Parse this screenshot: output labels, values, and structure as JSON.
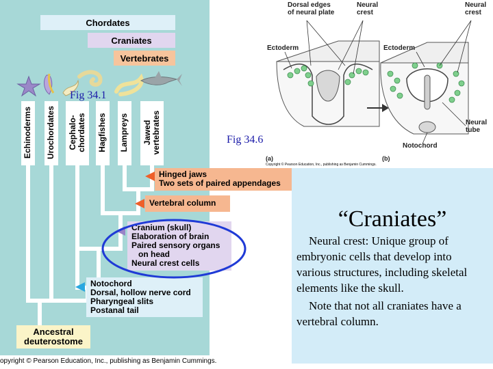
{
  "cladogram": {
    "groups": {
      "chordates": "Chordates",
      "craniates": "Craniates",
      "vertebrates": "Vertebrates"
    },
    "taxa": [
      "Echinoderms",
      "Urochordates",
      "Cephalo-\nchordates",
      "Hagfishes",
      "Lampreys",
      "Jawed\nvertebrates"
    ],
    "traits": {
      "jaws": [
        "Hinged jaws",
        "Two sets of paired appendages"
      ],
      "vertebral": [
        "Vertebral column"
      ],
      "cranium": [
        "Cranium (skull)",
        "Elaboration of brain",
        "Paired sensory organs",
        "   on head",
        "Neural crest cells"
      ],
      "notochord": [
        "Notochord",
        "Dorsal, hollow nerve cord",
        "Pharyngeal slits",
        "Postanal tail"
      ]
    },
    "root": [
      "Ancestral",
      "deuterostome"
    ],
    "fig_caption": "Fig 34.1",
    "copyright": "opyright © Pearson Education, Inc., publishing as Benjamin Cummings."
  },
  "neural_figure": {
    "labels": {
      "dorsal_edges": [
        "Dorsal edges",
        "of neural plate"
      ],
      "neural_crest_a": [
        "Neural",
        "crest"
      ],
      "neural_crest_b": [
        "Neural",
        "crest"
      ],
      "ectoderm_a": "Ectoderm",
      "ectoderm_b": "Ectoderm",
      "neural_tube": [
        "Neural",
        "tube"
      ],
      "notochord": "Notochord",
      "panel_a": "(a)",
      "panel_b": "(b)"
    },
    "copyright": "Copyright © Pearson Education, Inc., publishing as Benjamin Cummings.",
    "fig_caption": "Fig 34.6"
  },
  "info": {
    "title": "“Craniates”",
    "paragraph1": "Neural crest:  Unique group of embryonic cells that develop into various structures, including skeletal elements like the skull.",
    "paragraph2": "Note that not all craniates have a vertebral column."
  },
  "colors": {
    "cladogram_bg": "#a7d8d7",
    "chordates_box": "#def0f8",
    "craniates_box": "#e1d6ef",
    "vertebrates_box": "#f6c49c",
    "jaws_box": "#f6b790",
    "highlight_ellipse": "#1f3ad6",
    "info_panel": "#d3ecf8",
    "caption_blue": "#1a1aa8"
  }
}
